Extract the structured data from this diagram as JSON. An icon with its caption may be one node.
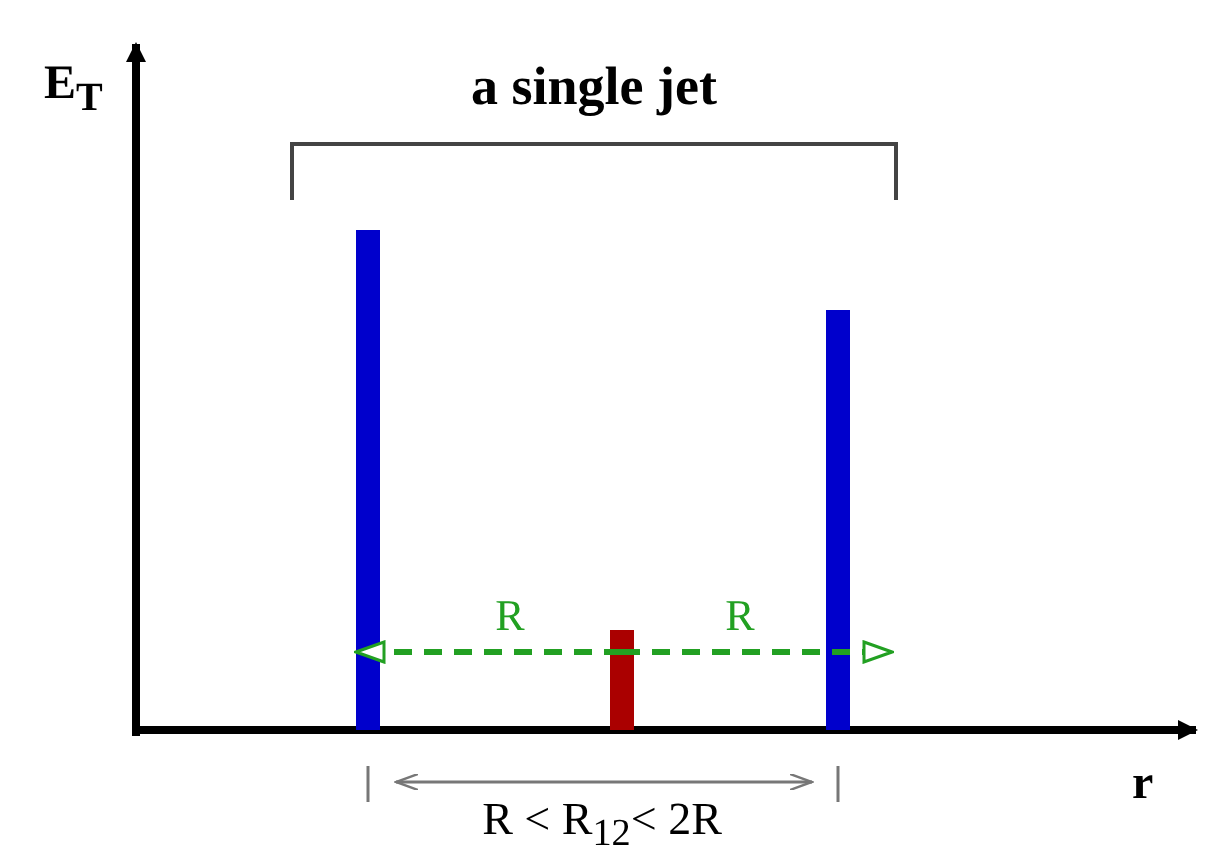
{
  "diagram": {
    "labels": [
      "E$_{T}$",
      "a single jet",
      "R",
      "R",
      "r",
      "R < R$_{12}$< 2R"
    ]
  }
}
